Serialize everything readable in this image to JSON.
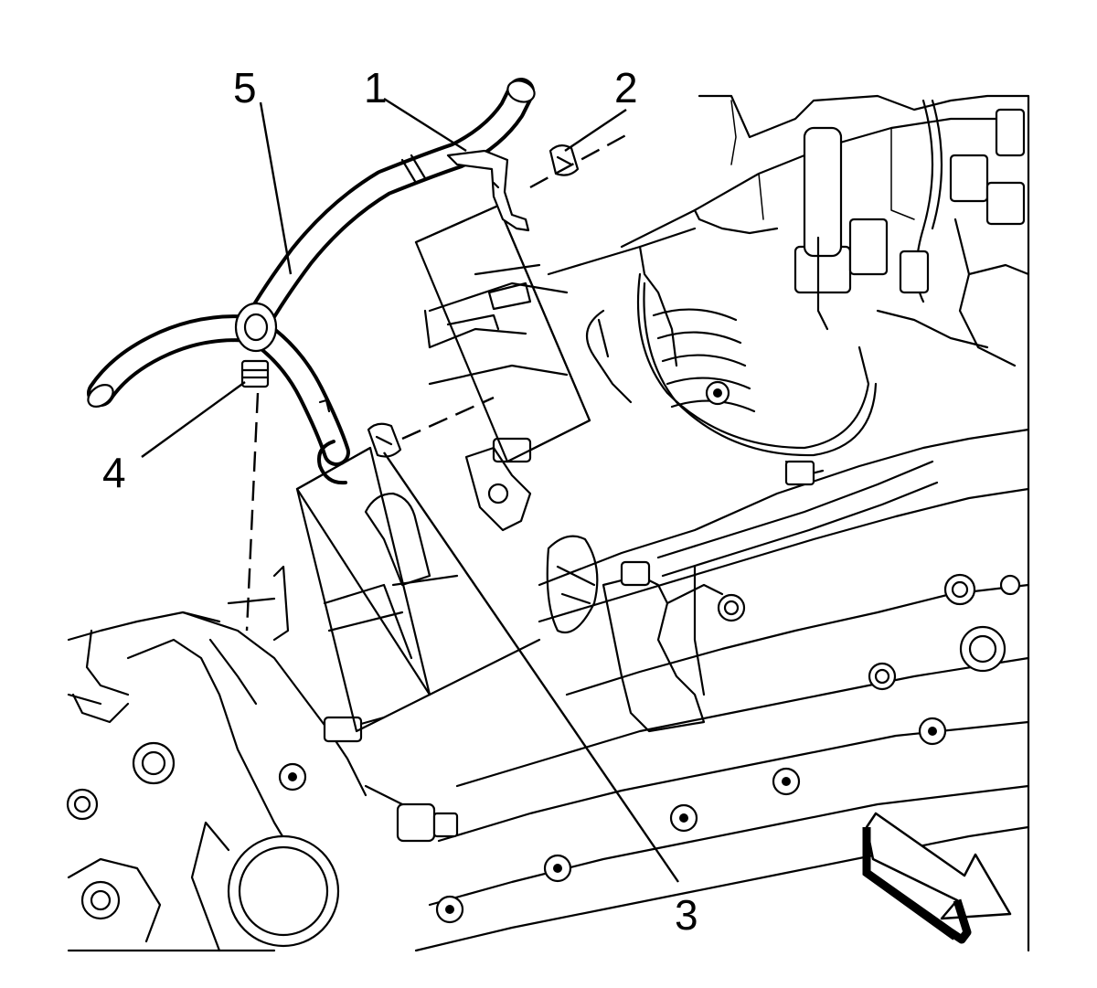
{
  "diagram": {
    "callouts": {
      "c1": "1",
      "c2": "2",
      "c3": "3",
      "c4": "4",
      "c5": "5"
    },
    "icons": {
      "direction_arrow": "direction-arrow-icon"
    },
    "colors": {
      "ink": "#000000",
      "paper": "#ffffff"
    }
  }
}
